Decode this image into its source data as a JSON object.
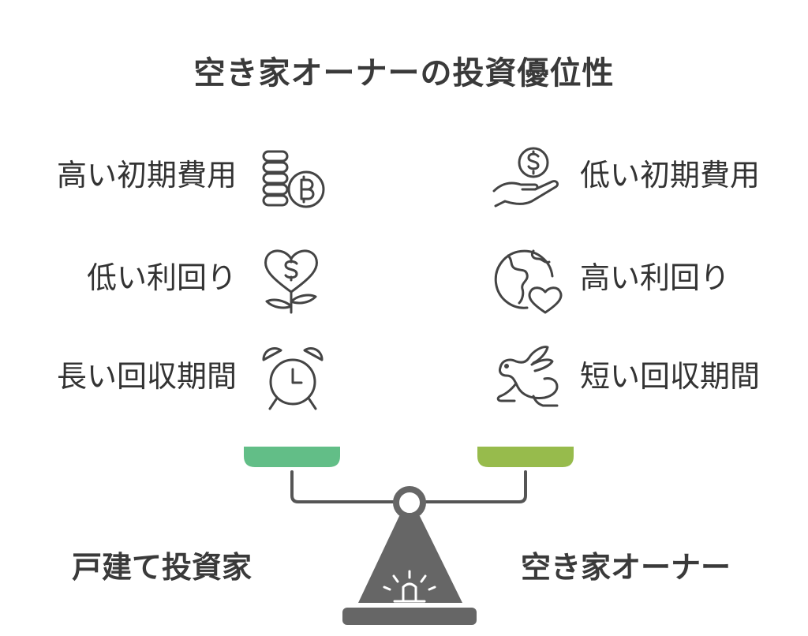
{
  "title": "空き家オーナーの投資優位性",
  "left": {
    "label": "戸建て投資家",
    "color": "#62BE87",
    "items": [
      {
        "label": "高い初期費用",
        "icon": "coins-bitcoin-icon"
      },
      {
        "label": "低い利回り",
        "icon": "heart-dollar-plant-icon"
      },
      {
        "label": "長い回収期間",
        "icon": "alarm-clock-icon"
      }
    ]
  },
  "right": {
    "label": "空き家オーナー",
    "color": "#97BB4C",
    "items": [
      {
        "label": "低い初期費用",
        "icon": "hand-coin-icon"
      },
      {
        "label": "高い利回り",
        "icon": "globe-heart-icon"
      },
      {
        "label": "短い回収期間",
        "icon": "rabbit-icon"
      }
    ]
  },
  "scale": {
    "base_color": "#666666",
    "line_color": "#555555"
  }
}
